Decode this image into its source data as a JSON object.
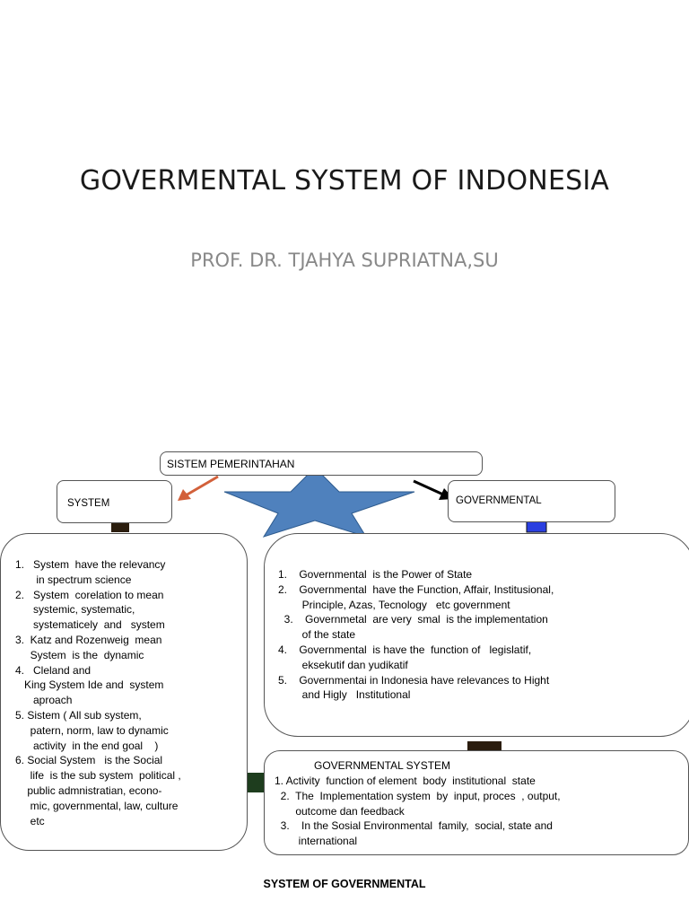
{
  "slide": {
    "title": "GOVERMENTAL SYSTEM OF INDONESIA",
    "subtitle": "PROF. DR. TJAHYA SUPRIATNA,SU"
  },
  "diagram": {
    "top_box": "SISTEM PEMERINTAHAN",
    "system_box": "SYSTEM",
    "governmental_box": "GOVERNMENTAL",
    "system_list": [
      "1.   System  have the relevancy",
      "       in spectrum science",
      "2.   System  corelation to mean",
      "      systemic, systematic,",
      "      systematicely  and   system",
      "3.  Katz and Rozenweig  mean",
      "     System  is the  dynamic",
      "4.   Cleland and",
      "   King System Ide and  system",
      "      aproach",
      "5. Sistem ( All sub system,",
      "     patern, norm, law to dynamic",
      "      activity  in the end goal    )",
      "6. Social System   is the Social",
      "     life  is the sub system  political ,",
      "    public admnistratian, econo-",
      "     mic, governmental, law, culture",
      "     etc"
    ],
    "governmental_list": [
      "1.    Governmental  is the Power of State",
      "2.    Governmental  have the Function, Affair, Institusional,",
      "        Principle, Azas, Tecnology   etc government",
      "  3.    Governmetal  are very  smal  is the implementation",
      "        of the state",
      "4.    Governmental  is have the  function of   legislatif,",
      "        eksekutif dan yudikatif",
      "5.    Governmentai in Indonesia have relevances to Hight",
      "        and Higly   Institutional"
    ],
    "gov_system_title": "GOVERNMENTAL SYSTEM",
    "gov_system_list": [
      "1. Activity  function of element  body  institutional  state",
      "  2.  The  Implementation system  by  input, proces  , output,",
      "       outcome dan feedback",
      "  3.    In the Sosial Environmental  family,  social, state and",
      "        international"
    ],
    "footer": "SYSTEM OF GOVERNMENTAL",
    "colors": {
      "star": "#4f81bd",
      "left_arrow": "#d2603a",
      "dark_green_arrow": "#1e3d1e",
      "blue_connector": "#2a3fe0",
      "brown_connector": "#2b1d0e"
    }
  }
}
